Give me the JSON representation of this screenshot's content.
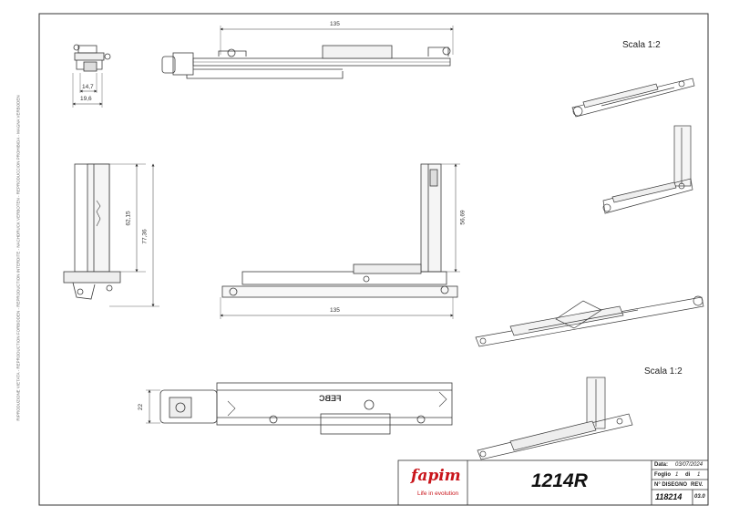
{
  "side_note": "RIPRODUZIONE VIETATA - REPRODUCTION FORBIDDEN - REPRODUCTION INTERDITE - NACHDRUCK VERBOTEN - REPRODUCCION PROHIBIDA - MAGNA VERBODEN",
  "scale_labels": [
    "Scala 1:2",
    "Scala 1:2"
  ],
  "dimensions": {
    "top_width": "135",
    "width_14_7": "14,7",
    "width_19_6": "19,6",
    "height_62_15": "62,15",
    "height_77_36": "77,36",
    "height_56_69": "56,69",
    "mid_width": "135",
    "bottom_height": "22"
  },
  "part_marking": "FEBC",
  "title_block": {
    "logo_name": "fapim",
    "logo_tagline": "Life in evolution",
    "drawing_name": "1214R",
    "date_label": "Data:",
    "date_value": "03/07/2024",
    "sheet_label": "Foglio",
    "sheet_value": "1",
    "sheet_of": "di",
    "sheet_total": "1",
    "drawing_no_label": "N° DISEGNO",
    "rev_label": "REV.",
    "drawing_no_value": "118214",
    "rev_value": "03.0"
  },
  "colors": {
    "line": "#3a3a3a",
    "brand_red": "#c9151b"
  }
}
